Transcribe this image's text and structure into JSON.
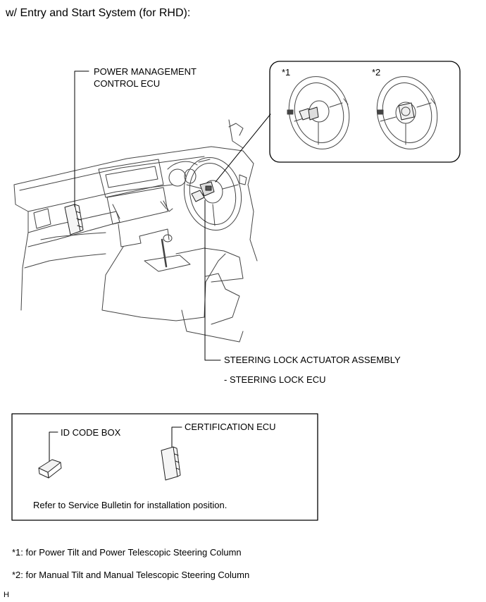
{
  "header": {
    "title": "w/ Entry and Start System (for RHD):"
  },
  "labels": {
    "power_ecu_line1": "POWER MANAGEMENT",
    "power_ecu_line2": "CONTROL ECU",
    "inset_1": "*1",
    "inset_2": "*2",
    "steering_lock_line1": "STEERING LOCK ACTUATOR ASSEMBLY",
    "steering_lock_line2": "- STEERING LOCK ECU"
  },
  "box": {
    "id_code_box": "ID CODE BOX",
    "certification_ecu": "CERTIFICATION ECU",
    "note": "Refer to Service Bulletin for installation position."
  },
  "footnotes": [
    "*1: for Power Tilt and Power Telescopic Steering Column",
    "*2: for Manual Tilt and Manual Telescopic Steering Column"
  ],
  "corner_mark": "H"
}
